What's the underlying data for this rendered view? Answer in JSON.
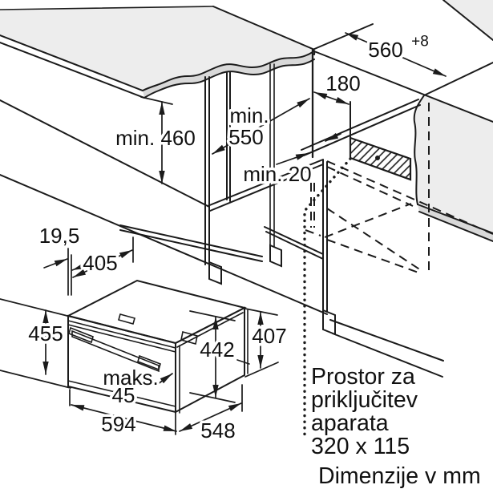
{
  "colors": {
    "line": "#1b1b1b",
    "surface_fill": "#ededed",
    "edge_band_fill": "#d9d9d9",
    "hatch_color": "#1b1b1b"
  },
  "diagram": {
    "dimensions": {
      "niche_width": {
        "value": "560",
        "tolerance": "+8"
      },
      "rear_recess_width": "180",
      "niche_depth_min": {
        "line1": "min.",
        "line2": "550"
      },
      "niche_height_min": "min. 460",
      "rear_gap_min": "min. 20",
      "front_offset": "19,5",
      "top_depth": "405",
      "front_height": "455",
      "body_height": "442",
      "side_rear_height": "407",
      "door_protrusion": {
        "line1": "maks.",
        "line2": "45"
      },
      "front_width": "594",
      "body_depth": "548"
    },
    "notes": {
      "connection_area": [
        "Prostor za",
        "priključitev",
        "aparata",
        "320 x 115"
      ],
      "units_note": "Dimenzije v mm"
    }
  }
}
